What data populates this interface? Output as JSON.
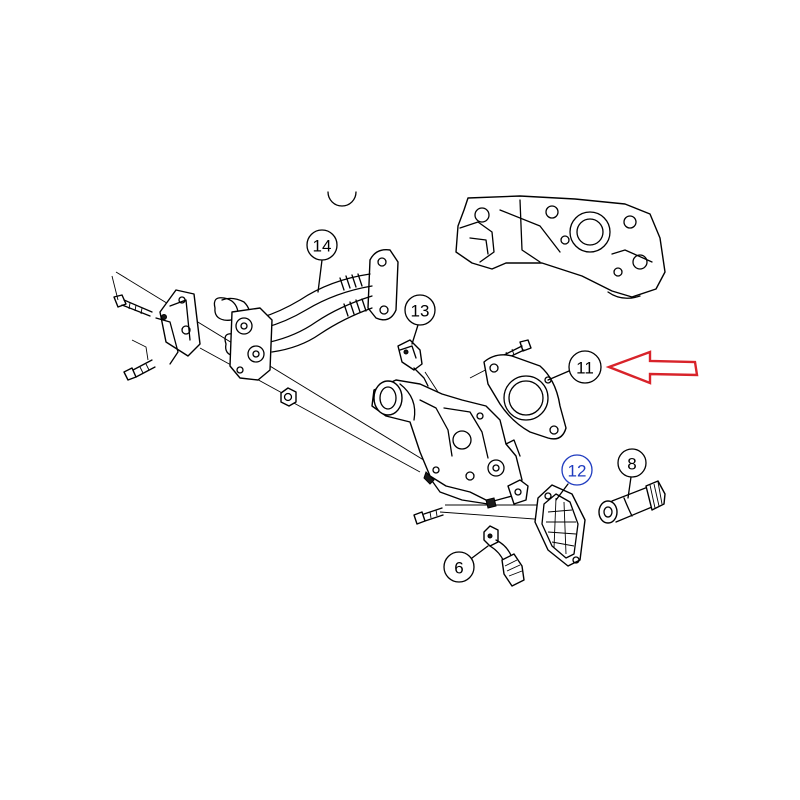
{
  "callouts": [
    {
      "label": "14"
    },
    {
      "label": "13"
    },
    {
      "label": "11"
    },
    {
      "label": "12"
    },
    {
      "label": "8"
    },
    {
      "label": "6"
    }
  ],
  "colors": {
    "line": "#000000",
    "arrow": "#d8232a",
    "callout_12": "#1f3bbf",
    "background": "#ffffff"
  }
}
